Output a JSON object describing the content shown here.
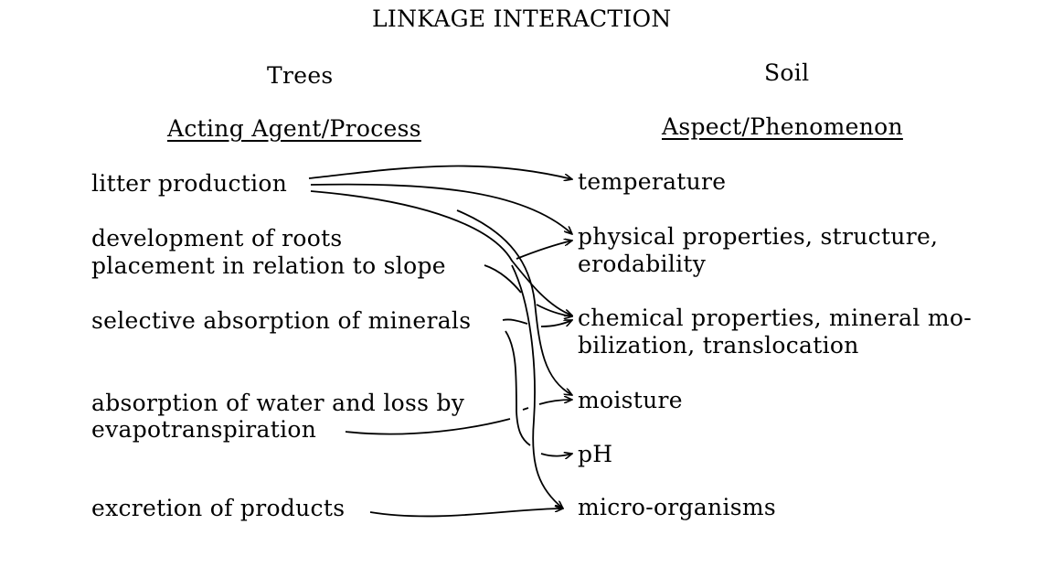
{
  "title": "LINKAGE INTERACTION",
  "left": {
    "heading": "Trees",
    "subheading": "Acting Agent/Process",
    "items": [
      "litter production",
      "development of roots",
      "placement in relation to slope",
      "selective absorption of minerals",
      "absorption of water and loss by",
      "evapotranspiration",
      "excretion of products"
    ]
  },
  "right": {
    "heading": "Soil",
    "subheading": "Aspect/Phenomenon",
    "items": [
      "temperature",
      "physical properties, structure,",
      "erodability",
      "chemical properties, mineral mo-",
      "bilization, translocation",
      "moisture",
      "pH",
      "micro-organisms"
    ]
  }
}
